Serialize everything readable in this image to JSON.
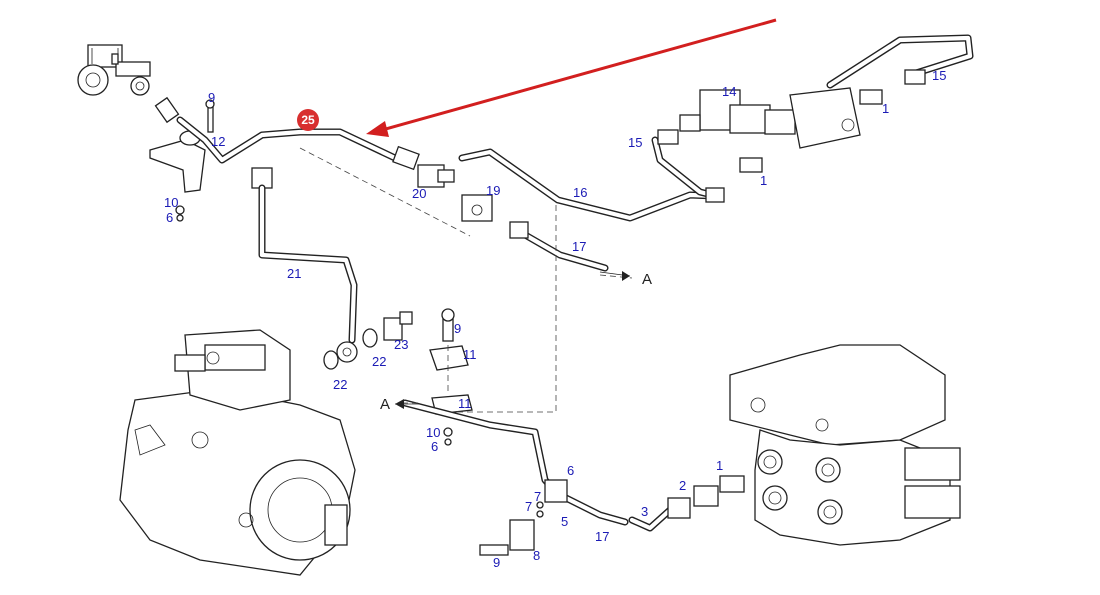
{
  "diagram": {
    "highlight": {
      "label": "25",
      "color": "#d82f2f"
    },
    "arrow_color": "#d21f1f",
    "label_color": "#1b1bb5",
    "refs": {
      "a_right": "A",
      "a_left": "A"
    },
    "labels": {
      "p1_top_a": "1",
      "p1_top_b": "1",
      "p1_bottom": "1",
      "p2": "2",
      "p3": "3",
      "p5": "5",
      "p6_a": "6",
      "p6_b": "6",
      "p6_c": "6",
      "p7_a": "7",
      "p7_b": "7",
      "p8": "8",
      "p9_a": "9",
      "p9_b": "9",
      "p9_c": "9",
      "p10_a": "10",
      "p10_b": "10",
      "p11_a": "11",
      "p11_b": "11",
      "p12": "12",
      "p14": "14",
      "p15_a": "15",
      "p15_b": "15",
      "p16": "16",
      "p17_a": "17",
      "p17_b": "17",
      "p19": "19",
      "p20": "20",
      "p21": "21",
      "p22_a": "22",
      "p22_b": "22",
      "p23": "23"
    }
  }
}
